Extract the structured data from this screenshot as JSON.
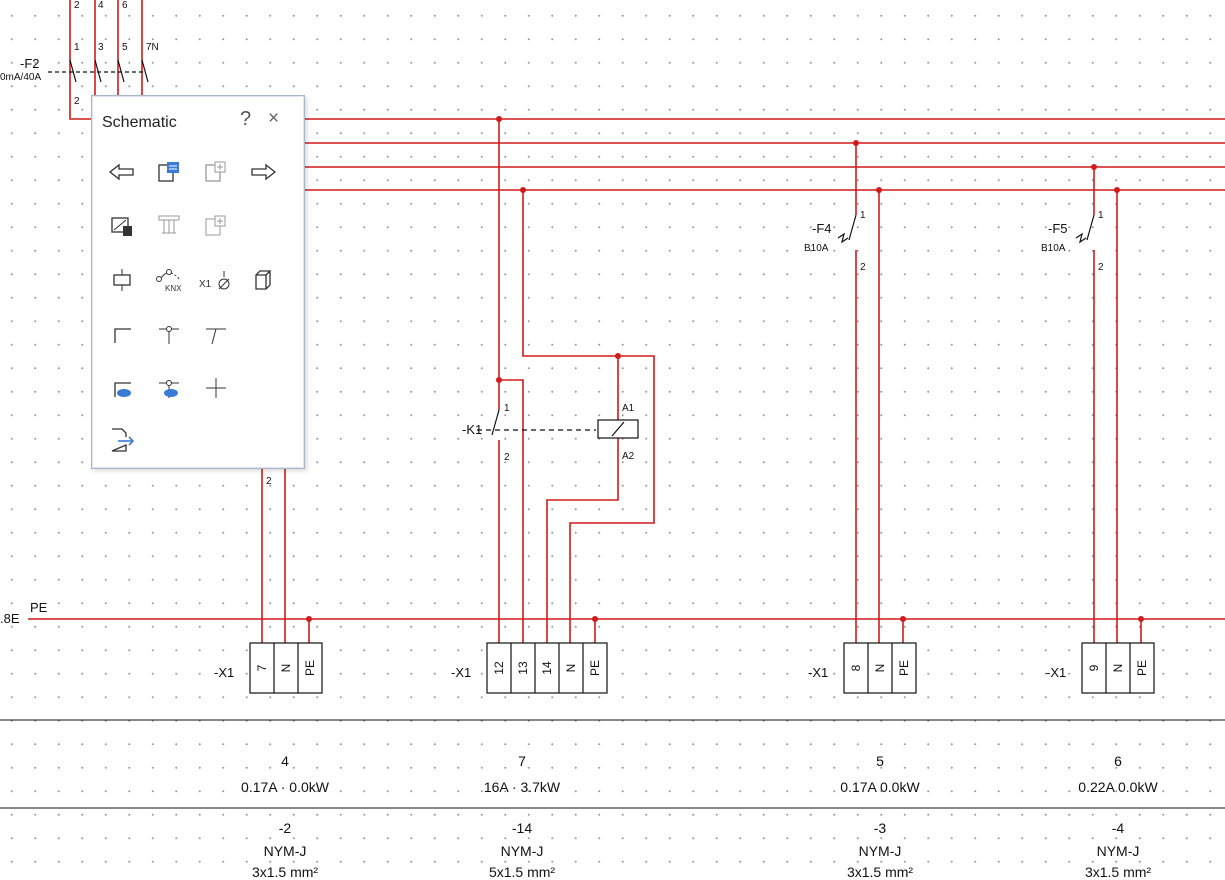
{
  "palette": {
    "title": "Schematic",
    "help_glyph": "?",
    "close_glyph": "×",
    "tools": [
      {
        "name": "arrow-left-icon"
      },
      {
        "name": "page-blue-icon"
      },
      {
        "name": "page-add-icon"
      },
      {
        "name": "arrow-right-icon"
      },
      {
        "name": "sheet-edit-icon"
      },
      {
        "name": "terminal-strip-icon"
      },
      {
        "name": "terminal-add-icon"
      },
      {
        "name": "coil-icon"
      },
      {
        "name": "knx-icon"
      },
      {
        "name": "x1-terminal-icon"
      },
      {
        "name": "box3d-icon"
      },
      {
        "name": "wire-corner-icon"
      },
      {
        "name": "wire-t-icon"
      },
      {
        "name": "wire-branch-icon"
      },
      {
        "name": "wire-corner-blue-icon"
      },
      {
        "name": "wire-t-blue-icon"
      },
      {
        "name": "wire-cross-icon"
      },
      {
        "name": "export-icon"
      }
    ],
    "knx_label": "KNX",
    "x1_label": "X1"
  },
  "f2": {
    "tag": "-F2",
    "rating": "0mA/40A",
    "pins_top": [
      "2",
      "4",
      "6"
    ],
    "pins_mid": [
      "1",
      "3",
      "5",
      "7N"
    ],
    "pin_bottom": "2"
  },
  "f4": {
    "tag": "-F4",
    "rating": "B10A",
    "pin1": "1",
    "pin2": "2"
  },
  "f5": {
    "tag": "-F5",
    "rating": "B10A",
    "pin1": "1",
    "pin2": "2"
  },
  "k1": {
    "tag": "-K1",
    "pin1": "1",
    "pin2": "2",
    "a1": "A1",
    "a2": "A2"
  },
  "pe": {
    "label": "PE",
    "prefix": ".8E"
  },
  "wire_pin": "2",
  "terminals": [
    {
      "tag": "-X1",
      "cells": [
        "7",
        "N",
        "PE"
      ]
    },
    {
      "tag": "-X1",
      "cells": [
        "12",
        "13",
        "14",
        "N",
        "PE"
      ]
    },
    {
      "tag": "-X1",
      "cells": [
        "8",
        "N",
        "PE"
      ]
    },
    {
      "tag": "-X1",
      "cells": [
        "9",
        "N",
        "PE"
      ]
    }
  ],
  "circuits": [
    {
      "num": "4",
      "load": "0.17A · 0.0kW",
      "cable": "-2",
      "type": "NYM-J",
      "size": "3x1.5 mm²"
    },
    {
      "num": "7",
      "load": "16A · 3.7kW",
      "cable": "-14",
      "type": "NYM-J",
      "size": "5x1.5 mm²"
    },
    {
      "num": "5",
      "load": "0.17A   0.0kW",
      "cable": "-3",
      "type": "NYM-J",
      "size": "3x1.5 mm²"
    },
    {
      "num": "6",
      "load": "0.22A   0.0kW",
      "cable": "-4",
      "type": "NYM-J",
      "size": "3x1.5 mm²"
    }
  ],
  "colors": {
    "wire": "#d11a1a",
    "palette_border": "#a8b6c8",
    "icon_blue": "#3a7bd5"
  }
}
